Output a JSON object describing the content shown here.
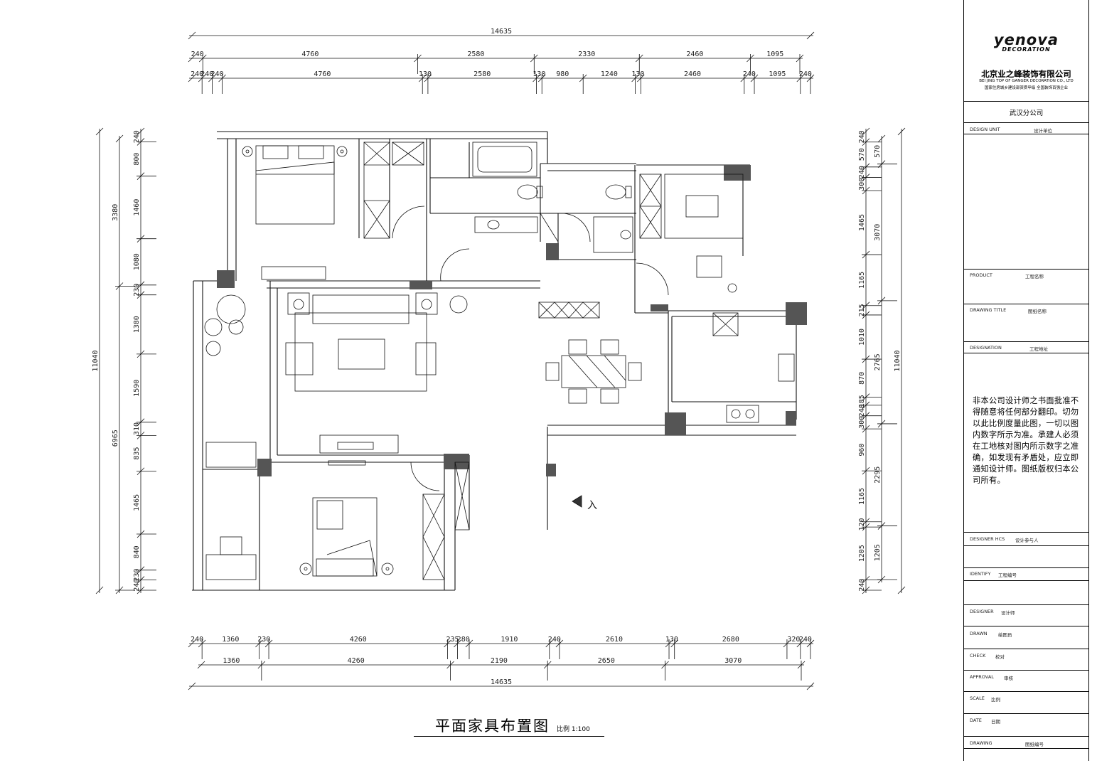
{
  "drawing": {
    "title": "平面家具布置图",
    "scale_label": "比例  1:100",
    "entrance_label": "入",
    "dims": {
      "top_total": "14635",
      "top_row1": [
        "240",
        "4760",
        "2580",
        "2330",
        "2460",
        "1095"
      ],
      "top_row2": [
        "240",
        "240",
        "240",
        "4760",
        "130",
        "2580",
        "130",
        "980",
        "1240",
        "130",
        "2460",
        "240",
        "1095",
        "240"
      ],
      "bottom_row1": [
        "240",
        "1360",
        "230",
        "4260",
        "235",
        "280",
        "1910",
        "240",
        "2610",
        "130",
        "2680",
        "320",
        "240"
      ],
      "bottom_row2": [
        "1360",
        "4260",
        "2190",
        "2650",
        "3070"
      ],
      "bottom_total": "14635",
      "left_row1": [
        "240",
        "800",
        "1460",
        "1080",
        "230",
        "1380",
        "1590",
        "310",
        "835",
        "1465",
        "840",
        "230",
        "240"
      ],
      "left_row2": [
        "3380",
        "6965"
      ],
      "left_total": "11040",
      "right_row1": [
        "240",
        "570",
        "240",
        "300",
        "1465",
        "1165",
        "215",
        "1010",
        "870",
        "185",
        "240",
        "300",
        "960",
        "1165",
        "120",
        "1205",
        "240"
      ],
      "right_row2": [
        "570",
        "3070",
        "2765",
        "2295",
        "1205"
      ],
      "right_total": "11040"
    }
  },
  "titleblock": {
    "logo": "yenova",
    "logo_sub": "DECORATION",
    "company": "北京业之峰装饰有限公司",
    "company_en": "BEI JING TOP OF GANGER DECORATION CO., LTD",
    "company_note": "国家住房城乡建设部资质甲级 全国装饰百强企业",
    "branch": "武汉分公司",
    "rows": [
      {
        "label": "DESIGN UNIT",
        "value": "设计单位"
      },
      {
        "label": "PRODUCT",
        "value": "工程名称"
      },
      {
        "label": "DRAWING TITLE",
        "value": "图纸名称"
      },
      {
        "label": "DESIGNATION",
        "value": "工程地址"
      },
      {
        "label": "DESIGNER HCS",
        "value": "设计参与人"
      },
      {
        "label": "IDENTIFY",
        "value": "工程编号"
      },
      {
        "label": "DESIGNER",
        "value": "设计师"
      },
      {
        "label": "DRAWN",
        "value": "绘图员"
      },
      {
        "label": "CHECK",
        "value": "校对"
      },
      {
        "label": "APPROVAL",
        "value": "审核"
      },
      {
        "label": "SCALE",
        "value": "比例"
      },
      {
        "label": "DATE",
        "value": "日期"
      },
      {
        "label": "DRAWING",
        "value": "图纸编号"
      }
    ],
    "disclaimer": "非本公司设计师之书面批准不得随意将任何部分翻印。切勿以此比例度量此图，一切以图内数字所示为准。承建人必须在工地核对图内所示数字之准确，如发现有矛盾处，应立即通知设计师。图纸版权归本公司所有。"
  }
}
